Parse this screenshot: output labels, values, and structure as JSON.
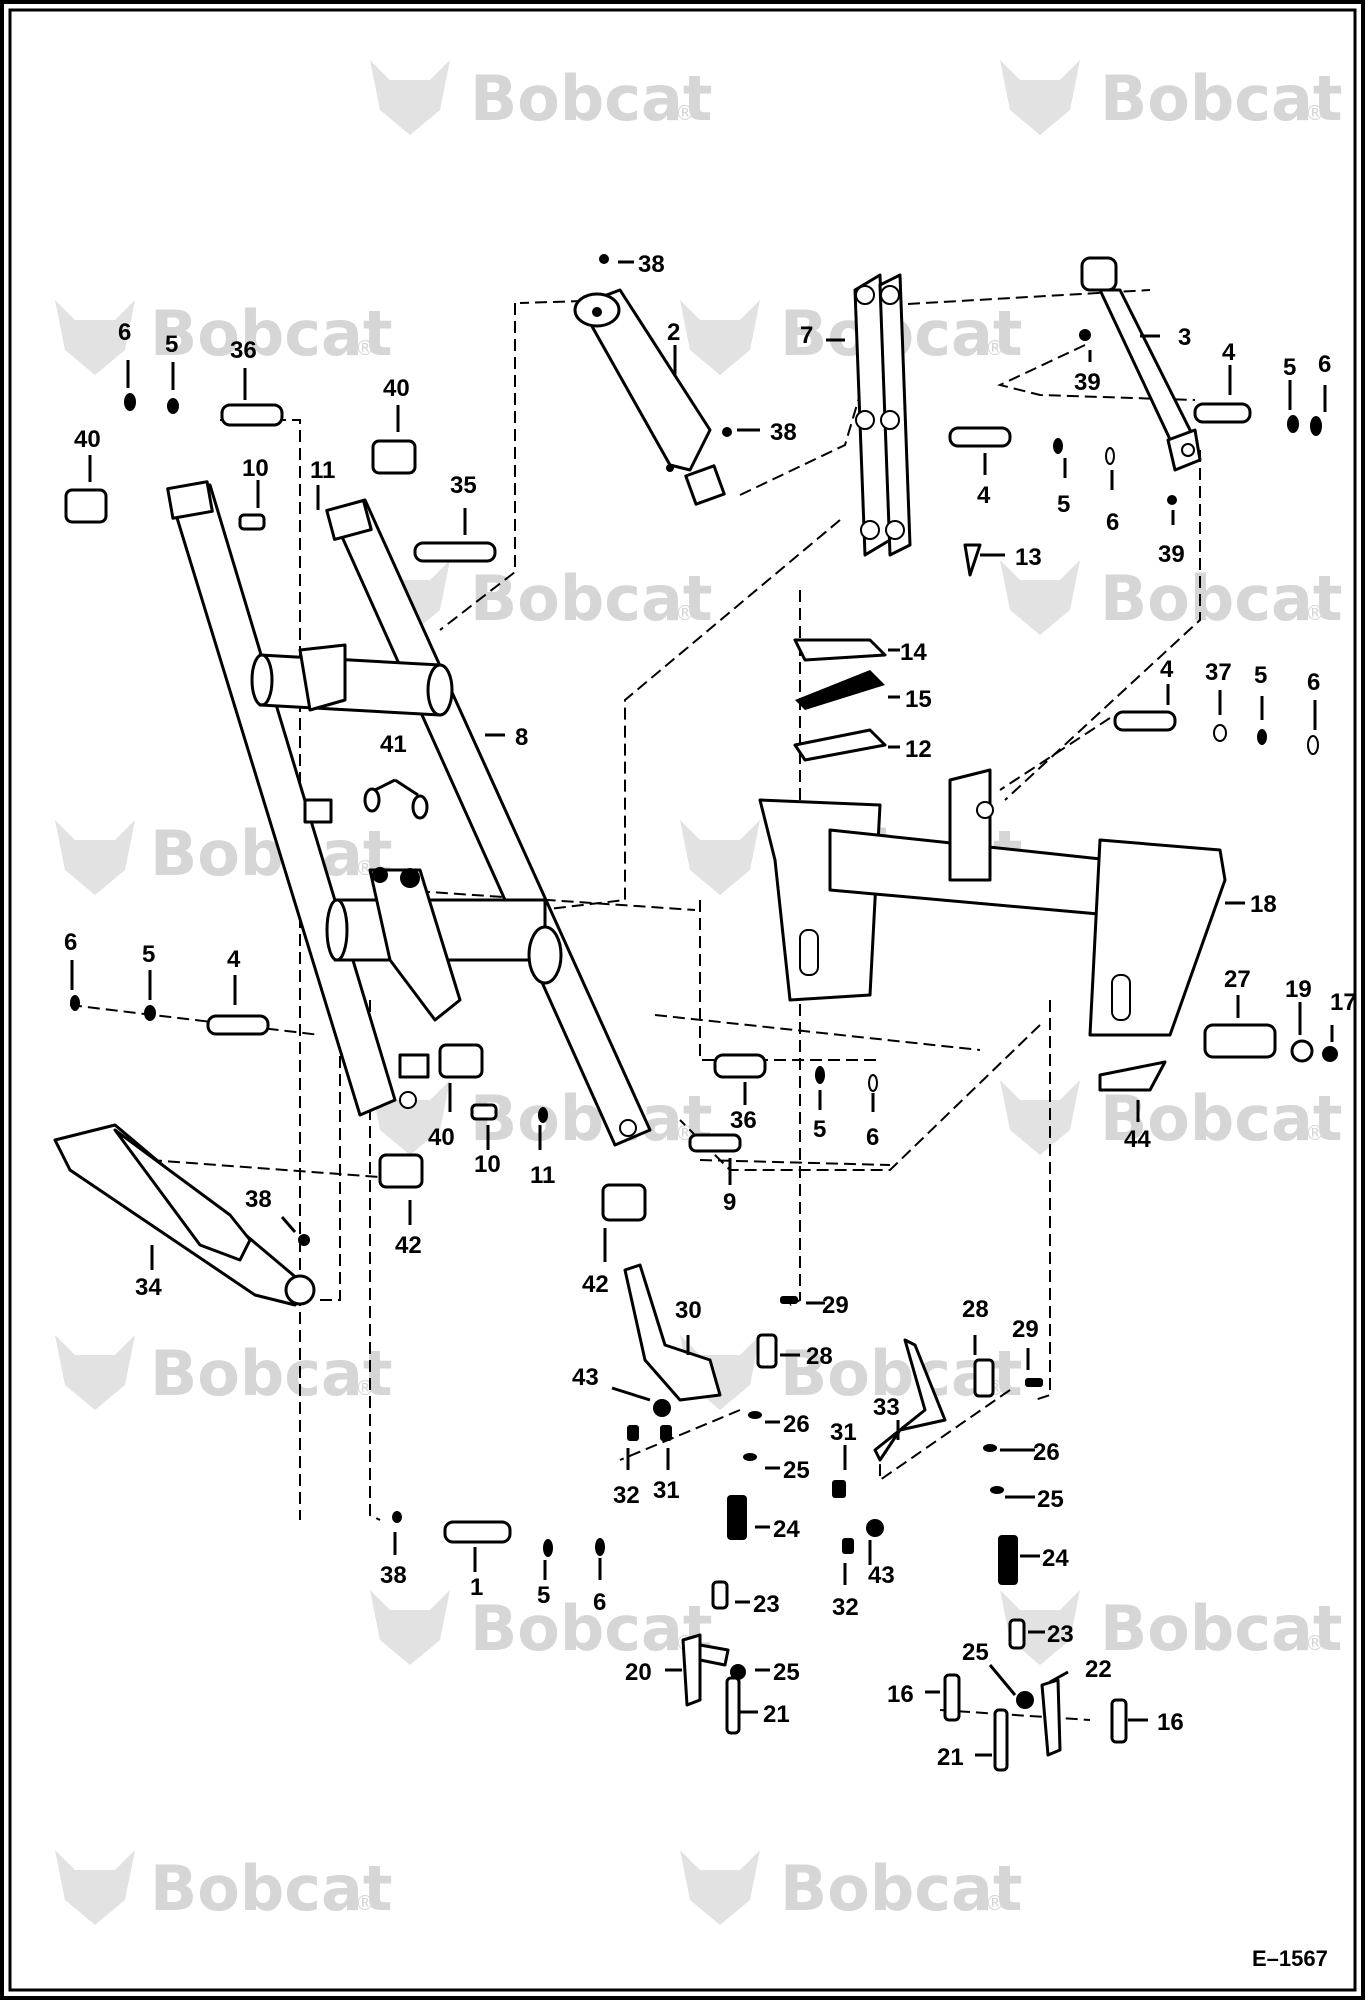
{
  "figure": {
    "reference": "E–1567",
    "watermark_text": "Bobcat",
    "watermark_mark": "®"
  },
  "labels": [
    {
      "id": "l1",
      "text": "38"
    },
    {
      "id": "l2",
      "text": "2"
    },
    {
      "id": "l3",
      "text": "38"
    },
    {
      "id": "l4",
      "text": "7"
    },
    {
      "id": "l5",
      "text": "3"
    },
    {
      "id": "l6",
      "text": "39"
    },
    {
      "id": "l7",
      "text": "4"
    },
    {
      "id": "l8",
      "text": "5"
    },
    {
      "id": "l9",
      "text": "6"
    },
    {
      "id": "l10",
      "text": "4"
    },
    {
      "id": "l11",
      "text": "5"
    },
    {
      "id": "l12",
      "text": "6"
    },
    {
      "id": "l13",
      "text": "39"
    },
    {
      "id": "l14",
      "text": "13"
    },
    {
      "id": "l15",
      "text": "14"
    },
    {
      "id": "l16",
      "text": "15"
    },
    {
      "id": "l17",
      "text": "12"
    },
    {
      "id": "l18",
      "text": "4"
    },
    {
      "id": "l19",
      "text": "37"
    },
    {
      "id": "l20",
      "text": "5"
    },
    {
      "id": "l21",
      "text": "6"
    },
    {
      "id": "l22",
      "text": "6"
    },
    {
      "id": "l23",
      "text": "5"
    },
    {
      "id": "l24",
      "text": "36"
    },
    {
      "id": "l25",
      "text": "40"
    },
    {
      "id": "l26",
      "text": "40"
    },
    {
      "id": "l27",
      "text": "10"
    },
    {
      "id": "l28",
      "text": "11"
    },
    {
      "id": "l29",
      "text": "35"
    },
    {
      "id": "l30",
      "text": "8"
    },
    {
      "id": "l31",
      "text": "41"
    },
    {
      "id": "l32",
      "text": "18"
    },
    {
      "id": "l33",
      "text": "6"
    },
    {
      "id": "l34",
      "text": "5"
    },
    {
      "id": "l35",
      "text": "4"
    },
    {
      "id": "l36",
      "text": "27"
    },
    {
      "id": "l37",
      "text": "19"
    },
    {
      "id": "l38",
      "text": "17"
    },
    {
      "id": "l39",
      "text": "36"
    },
    {
      "id": "l40",
      "text": "5"
    },
    {
      "id": "l41",
      "text": "6"
    },
    {
      "id": "l42",
      "text": "44"
    },
    {
      "id": "l43",
      "text": "40"
    },
    {
      "id": "l44",
      "text": "10"
    },
    {
      "id": "l45",
      "text": "11"
    },
    {
      "id": "l46",
      "text": "9"
    },
    {
      "id": "l47",
      "text": "38"
    },
    {
      "id": "l48",
      "text": "34"
    },
    {
      "id": "l49",
      "text": "42"
    },
    {
      "id": "l50",
      "text": "42"
    },
    {
      "id": "l51",
      "text": "30"
    },
    {
      "id": "l52",
      "text": "29"
    },
    {
      "id": "l53",
      "text": "28"
    },
    {
      "id": "l54",
      "text": "28"
    },
    {
      "id": "l55",
      "text": "29"
    },
    {
      "id": "l56",
      "text": "43"
    },
    {
      "id": "l57",
      "text": "26"
    },
    {
      "id": "l58",
      "text": "33"
    },
    {
      "id": "l59",
      "text": "31"
    },
    {
      "id": "l60",
      "text": "26"
    },
    {
      "id": "l61",
      "text": "32"
    },
    {
      "id": "l62",
      "text": "31"
    },
    {
      "id": "l63",
      "text": "25"
    },
    {
      "id": "l64",
      "text": "25"
    },
    {
      "id": "l65",
      "text": "24"
    },
    {
      "id": "l66",
      "text": "24"
    },
    {
      "id": "l67",
      "text": "38"
    },
    {
      "id": "l68",
      "text": "1"
    },
    {
      "id": "l69",
      "text": "5"
    },
    {
      "id": "l70",
      "text": "6"
    },
    {
      "id": "l71",
      "text": "32"
    },
    {
      "id": "l72",
      "text": "43"
    },
    {
      "id": "l73",
      "text": "23"
    },
    {
      "id": "l74",
      "text": "23"
    },
    {
      "id": "l75",
      "text": "20"
    },
    {
      "id": "l76",
      "text": "25"
    },
    {
      "id": "l77",
      "text": "25"
    },
    {
      "id": "l78",
      "text": "22"
    },
    {
      "id": "l79",
      "text": "21"
    },
    {
      "id": "l80",
      "text": "16"
    },
    {
      "id": "l81",
      "text": "16"
    },
    {
      "id": "l82",
      "text": "21"
    }
  ]
}
